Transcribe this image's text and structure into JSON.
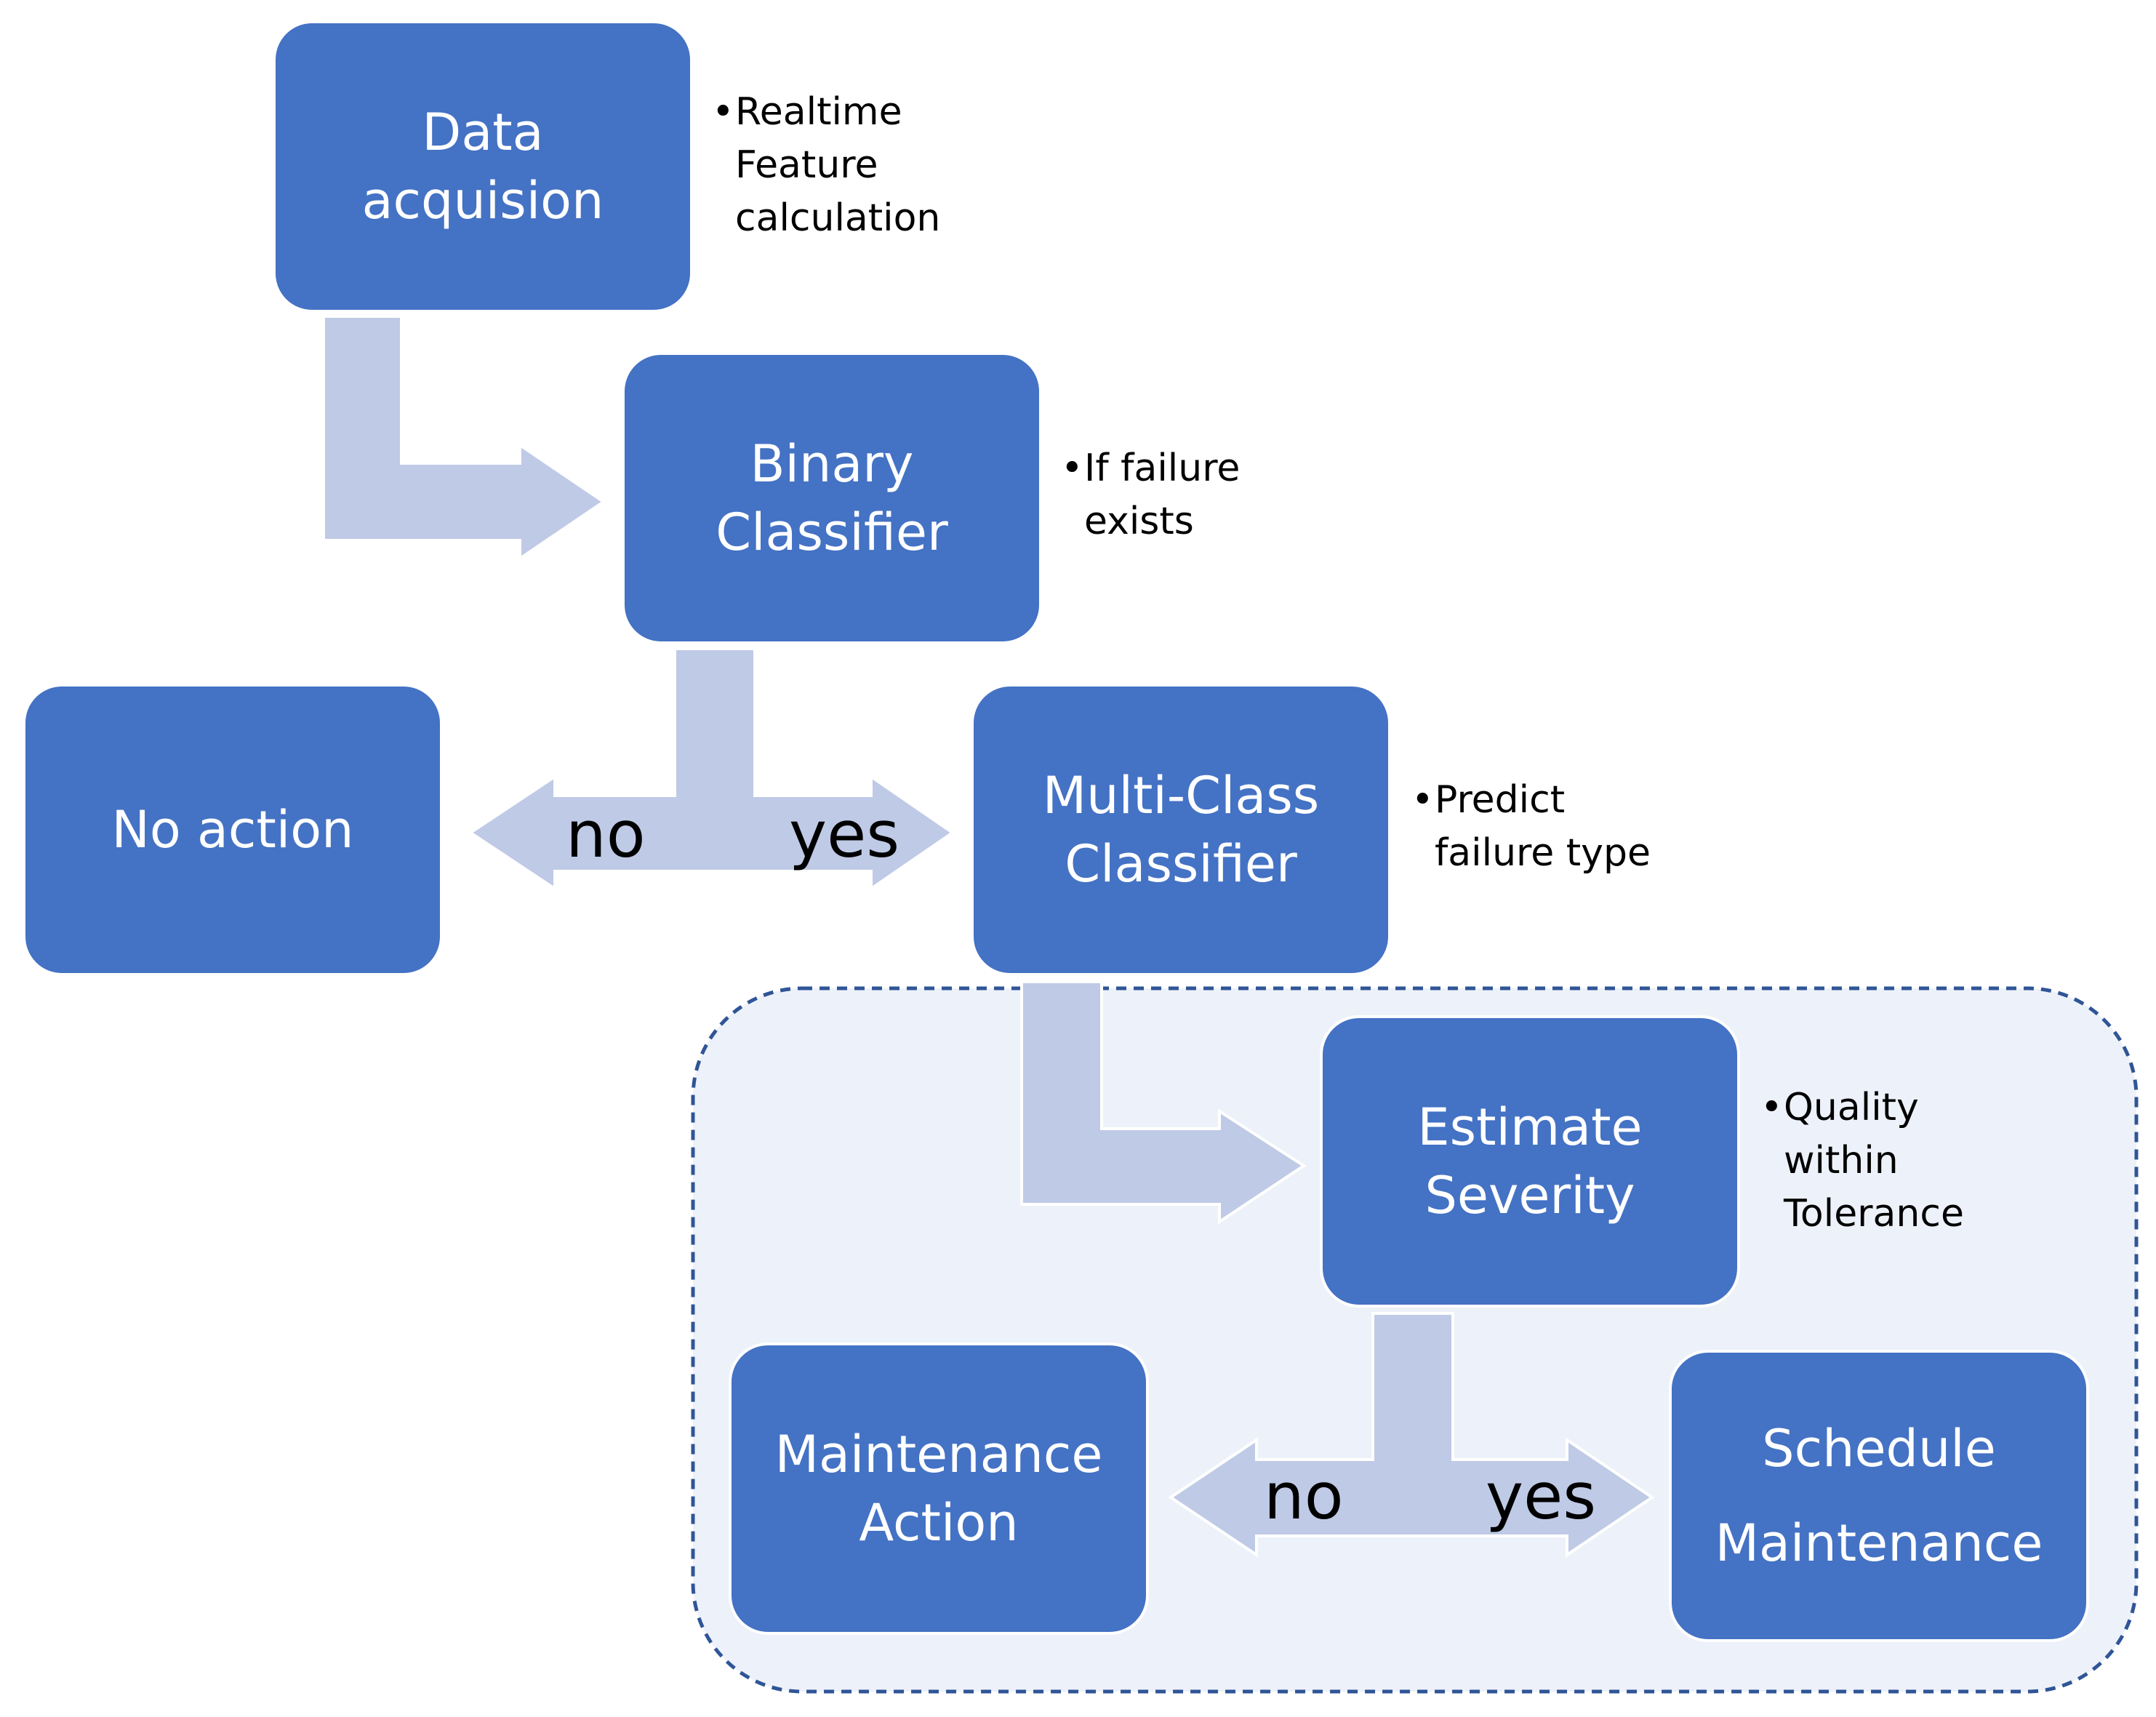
{
  "colors": {
    "box_fill": "#4472C4",
    "box_text": "#FFFFFF",
    "arrow_fill": "#BFCAE6",
    "region_fill": "#EDF1F9",
    "region_border": "#2F5597",
    "note_text": "#000000"
  },
  "nodes": {
    "data_acquisition": {
      "label": "Data\nacquision"
    },
    "binary_classifier": {
      "label": "Binary\nClassifier"
    },
    "no_action": {
      "label": "No action"
    },
    "multi_class_classifier": {
      "label": "Multi-Class\nClassifier"
    },
    "estimate_severity": {
      "label": "Estimate\nSeverity"
    },
    "maintenance_action": {
      "label": "Maintenance\nAction"
    },
    "schedule_maintenance": {
      "label": "Schedule\nMaintenance"
    }
  },
  "notes": {
    "data_acquisition": "Realtime\nFeature\ncalculation",
    "binary_classifier": "If failure\nexists",
    "multi_class_classifier": "Predict\nfailure type",
    "estimate_severity": "Quality\nwithin\nTolerance"
  },
  "branches": {
    "first": {
      "no": "no",
      "yes": "yes"
    },
    "second": {
      "no": "no",
      "yes": "yes"
    }
  }
}
